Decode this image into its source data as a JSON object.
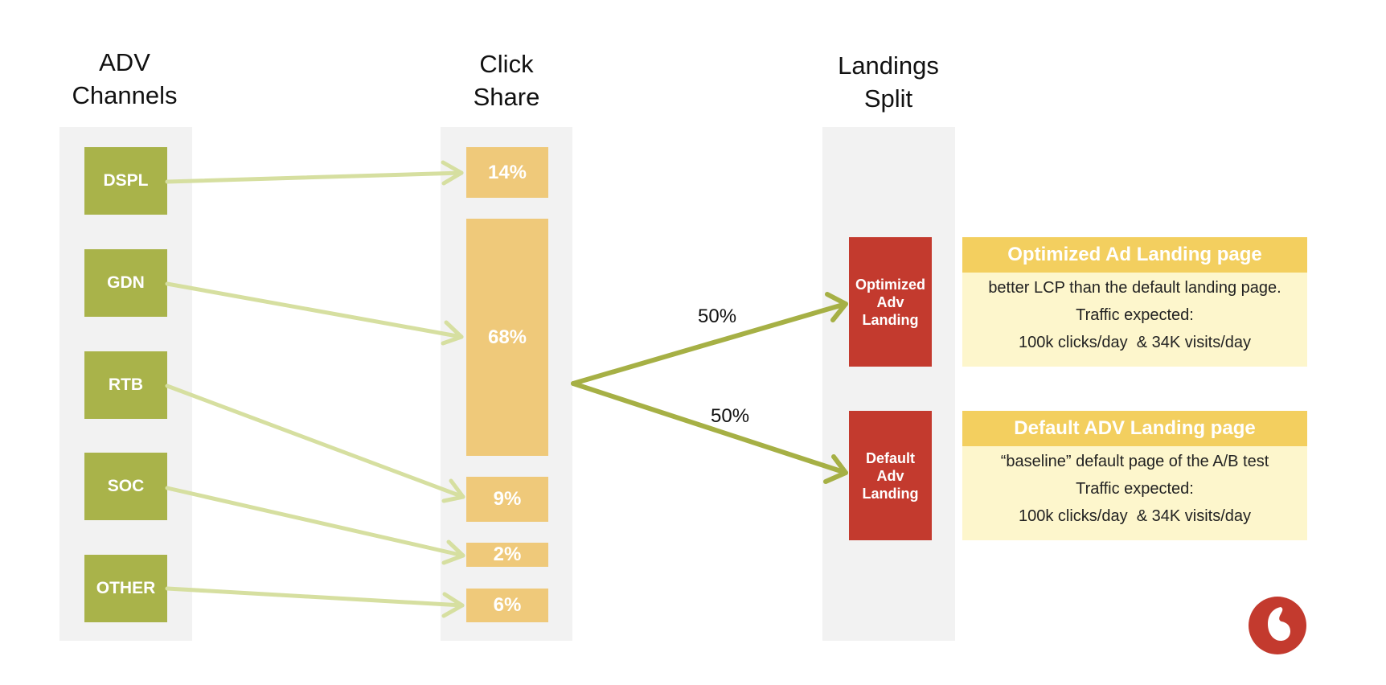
{
  "titles": {
    "channels": [
      "ADV",
      "Channels"
    ],
    "share": [
      "Click",
      "Share"
    ],
    "split": [
      "Landings",
      "Split"
    ]
  },
  "channels": [
    "DSPL",
    "GDN",
    "RTB",
    "SOC",
    "OTHER"
  ],
  "click_share": [
    "14%",
    "68%",
    "9%",
    "2%",
    "6%"
  ],
  "split": {
    "top_pct": "50%",
    "bottom_pct": "50%"
  },
  "landings": {
    "optimized": [
      "Optimized",
      "Adv",
      "Landing"
    ],
    "default": [
      "Default",
      "Adv",
      "Landing"
    ]
  },
  "cards": {
    "optimized": {
      "title": "Optimized Ad Landing page",
      "lines": [
        "better LCP than the default landing page.",
        "Traffic expected:",
        "100k clicks/day  & 34K visits/day"
      ]
    },
    "default": {
      "title": "Default ADV Landing page",
      "lines": [
        "“baseline” default page of the A/B test",
        "Traffic expected:",
        "100k clicks/day  & 34K visits/day"
      ]
    }
  },
  "colors": {
    "channel": "#a9b34a",
    "share": "#efc97a",
    "landing": "#c33a2e",
    "card_head": "#f3cf5f",
    "card_body": "#fdf6cc",
    "arrow_light": "#d6dfa0",
    "arrow_dark": "#a6b045"
  },
  "logo_icon": "vodafone-logo-icon"
}
